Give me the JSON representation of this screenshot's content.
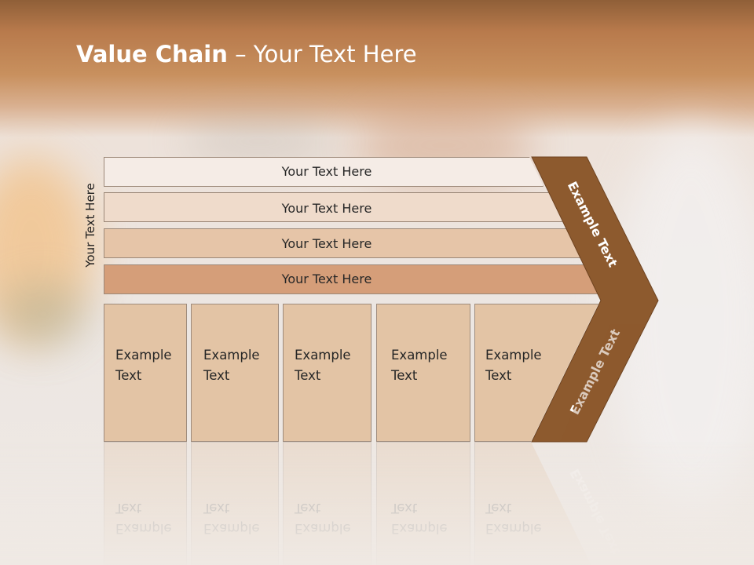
{
  "slide": {
    "title_bold": "Value Chain",
    "title_rest": " – Your Text Here",
    "side_label": "Your Text Here"
  },
  "bands": [
    {
      "label": "Your Text Here",
      "color": "#f5ece6"
    },
    {
      "label": "Your Text Here",
      "color": "#efdbcb"
    },
    {
      "label": "Your Text Here",
      "color": "#e6c5a8"
    },
    {
      "label": "Your Text Here",
      "color": "#d59e79"
    }
  ],
  "boxes": [
    {
      "line1": "Example",
      "line2": "Text"
    },
    {
      "line1": "Example",
      "line2": "Text"
    },
    {
      "line1": "Example",
      "line2": "Text"
    },
    {
      "line1": "Example",
      "line2": "Text"
    },
    {
      "line1": "Example",
      "line2": "Text"
    }
  ],
  "chevron": {
    "upper_label": "Example Text",
    "lower_label": "Example Text",
    "fill": "#8d5a2e"
  }
}
